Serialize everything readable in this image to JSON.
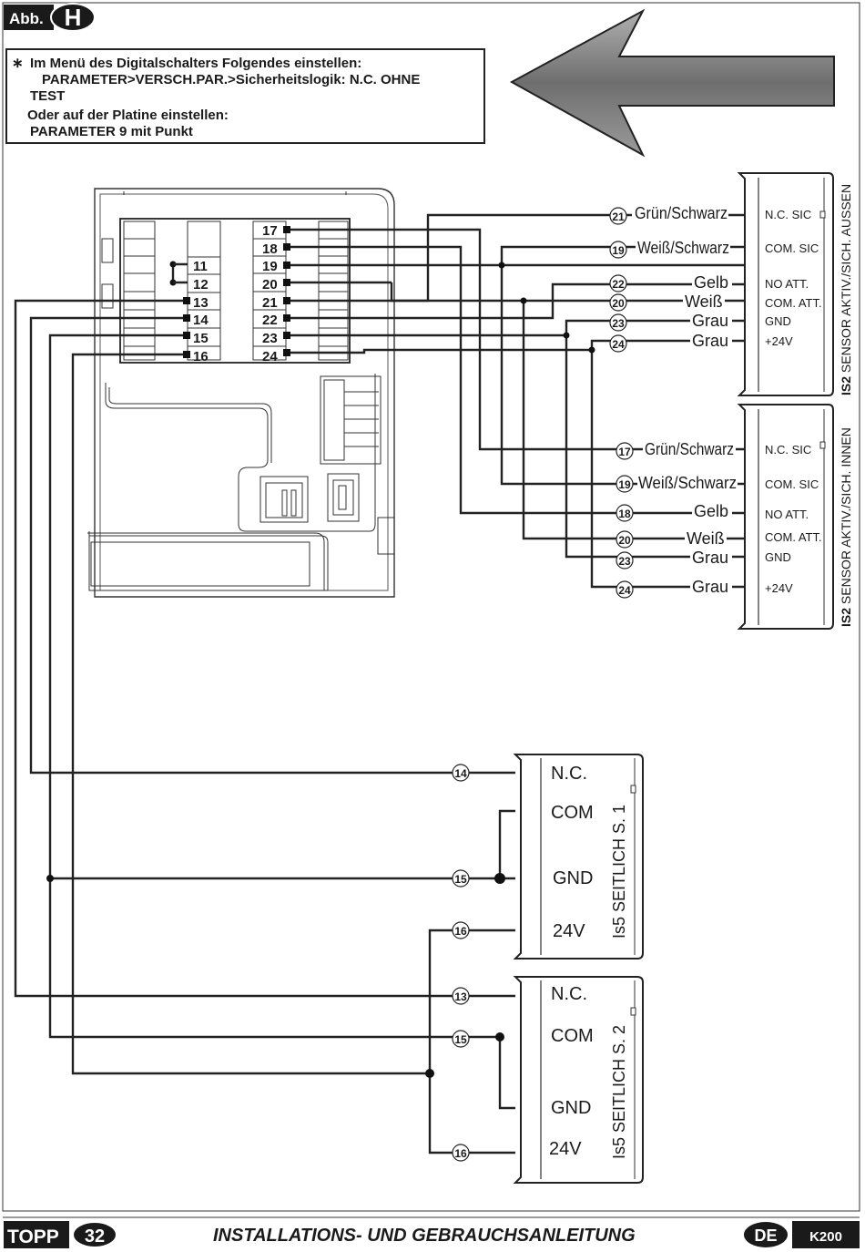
{
  "figure": {
    "label": "Abb.",
    "letter": "H"
  },
  "instructions": {
    "star": "∗",
    "line1": "Im Menü des Digitalschalters Folgendes einstellen:",
    "line2": "PARAMETER>VERSCH.PAR.>Sicherheitslogik:   N.C. OHNE",
    "line3": "TEST",
    "line4": "Oder auf der Platine einstellen:",
    "line5": "PARAMETER  9 mit Punkt"
  },
  "board": {
    "left_terminals": [
      "11",
      "12",
      "13",
      "14",
      "15",
      "16"
    ],
    "right_terminals": [
      "17",
      "18",
      "19",
      "20",
      "21",
      "22",
      "23",
      "24"
    ]
  },
  "sensor_outer": {
    "title": "IS2 SENSOR AKTIV./SICH. AUSSEN",
    "title_bold": "IS2",
    "title_rest": " SENSOR AKTIV./SICH. AUSSEN",
    "pins": [
      "N.C. SIC",
      "COM. SIC",
      "NO ATT.",
      "COM. ATT.",
      "GND",
      "+24V"
    ],
    "wires": [
      {
        "num": "21",
        "color": "Grün/Schwarz"
      },
      {
        "num": "19",
        "color": "Weiß/Schwarz"
      },
      {
        "num": "22",
        "color": "Gelb"
      },
      {
        "num": "20",
        "color": "Weiß"
      },
      {
        "num": "23",
        "color": "Grau"
      },
      {
        "num": "24",
        "color": "Grau"
      }
    ]
  },
  "sensor_inner": {
    "title_bold": "IS2",
    "title_rest": " SENSOR AKTIV./SICH. INNEN",
    "pins": [
      "N.C. SIC",
      "COM. SIC",
      "NO ATT.",
      "COM. ATT.",
      "GND",
      "+24V"
    ],
    "wires": [
      {
        "num": "17",
        "color": "Grün/Schwarz"
      },
      {
        "num": "19",
        "color": "Weiß/Schwarz"
      },
      {
        "num": "18",
        "color": "Gelb"
      },
      {
        "num": "20",
        "color": "Weiß"
      },
      {
        "num": "23",
        "color": "Grau"
      },
      {
        "num": "24",
        "color": "Grau"
      }
    ]
  },
  "side1": {
    "title": "Is5 SEITLICH S. 1",
    "pins": [
      "N.C.",
      "COM",
      "GND",
      "24V"
    ],
    "wire_nums": [
      "14",
      "15",
      "16"
    ]
  },
  "side2": {
    "title": "Is5 SEITLICH S. 2",
    "pins": [
      "N.C.",
      "COM",
      "GND",
      "24V"
    ],
    "wire_nums": [
      "13",
      "15",
      "16"
    ]
  },
  "footer": {
    "brand": "TOPP",
    "page": "32",
    "title": "INSTALLATIONS- UND GEBRAUCHSANLEITUNG",
    "lang": "DE",
    "model": "K200"
  }
}
